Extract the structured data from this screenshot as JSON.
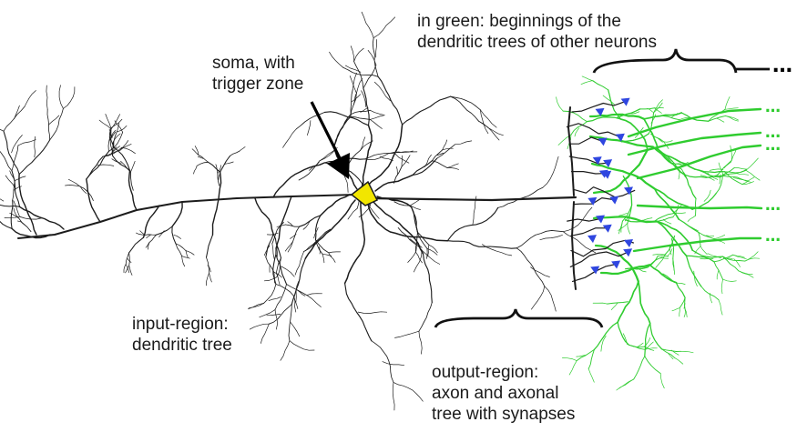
{
  "labels": {
    "green_note": [
      "in green: beginnings of the",
      "dendritic trees of other neurons"
    ],
    "soma": [
      "soma, with",
      "trigger zone"
    ],
    "input_region": [
      "input-region:",
      "dendritic tree"
    ],
    "output_region": [
      "output-region:",
      "axon and axonal",
      "tree with synapses"
    ]
  },
  "colors": {
    "neuron": "#1c1c1c",
    "soma": "#f2e600",
    "synapse": "#2f46e0",
    "other_dendrites": "#2fcc2f",
    "text": "#1a1a1a"
  },
  "icons": {
    "continuation": "…",
    "arrow": "black-arrow-to-soma"
  }
}
